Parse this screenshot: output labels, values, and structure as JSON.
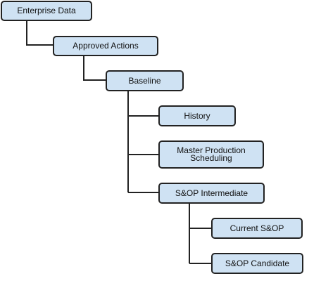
{
  "diagram": {
    "nodes": {
      "enterprise_data": "Enterprise Data",
      "approved_actions": "Approved Actions",
      "baseline": "Baseline",
      "history": "History",
      "master_production_scheduling": "Master Production\nScheduling",
      "sop_intermediate": "S&OP Intermediate",
      "current_sop": "Current S&OP",
      "sop_candidate": "S&OP Candidate"
    },
    "edges": [
      {
        "from": "enterprise_data",
        "to": "approved_actions"
      },
      {
        "from": "approved_actions",
        "to": "baseline"
      },
      {
        "from": "baseline",
        "to": "history"
      },
      {
        "from": "baseline",
        "to": "master_production_scheduling"
      },
      {
        "from": "baseline",
        "to": "sop_intermediate"
      },
      {
        "from": "sop_intermediate",
        "to": "current_sop"
      },
      {
        "from": "sop_intermediate",
        "to": "sop_candidate"
      }
    ],
    "colors": {
      "node_fill": "#cfe2f3",
      "node_border": "#222222",
      "connector": "#222222"
    }
  }
}
